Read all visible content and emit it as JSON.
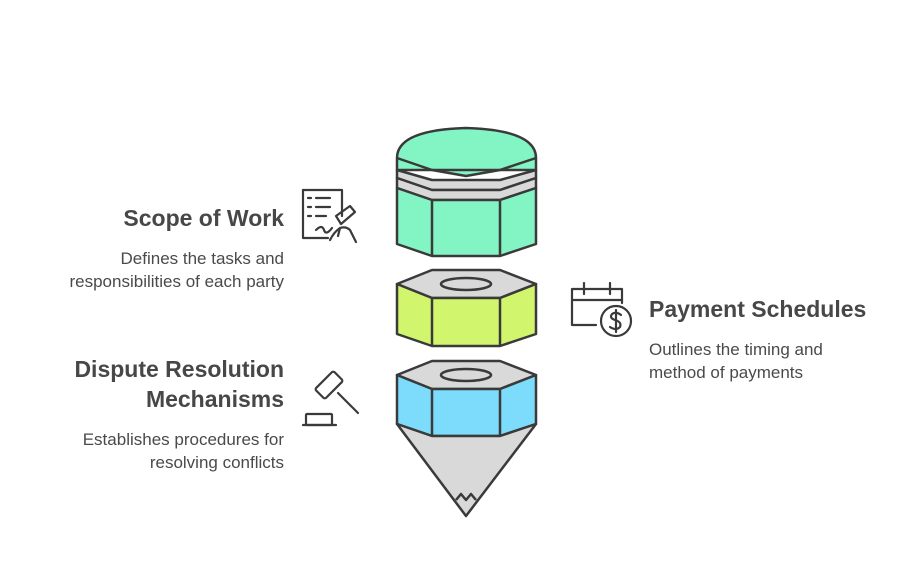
{
  "items": [
    {
      "title": "Scope of Work",
      "description_line1": "Defines the tasks and",
      "description_line2": "responsibilities of each party",
      "icon": "contract-sign-icon",
      "color": "#83f5c4"
    },
    {
      "title": "Payment Schedules",
      "description_line1": "Outlines the timing and",
      "description_line2": "method of payments",
      "icon": "calendar-dollar-icon",
      "color": "#d2f56e"
    },
    {
      "title_line1": "Dispute Resolution",
      "title_line2": "Mechanisms",
      "description_line1": "Establishes procedures for",
      "description_line2": "resolving conflicts",
      "icon": "gavel-icon",
      "color": "#7ddcfb"
    }
  ],
  "colors": {
    "stroke": "#3a3a3a",
    "grey": "#d9d9d9",
    "text": "#474747"
  }
}
